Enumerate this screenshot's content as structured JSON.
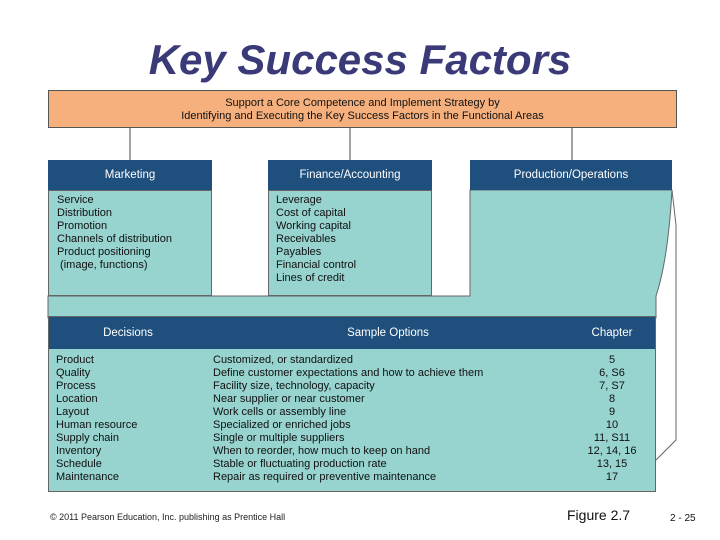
{
  "title": "Key Success Factors",
  "banner": {
    "line1": "Support a Core Competence and Implement Strategy by",
    "line2": "Identifying and Executing the Key Success Factors in the Functional Areas"
  },
  "areas": [
    {
      "heading": "Marketing",
      "items": [
        "Service",
        "Distribution",
        "Promotion",
        "Channels of distribution",
        "Product positioning",
        " (image, functions)"
      ]
    },
    {
      "heading": "Finance/Accounting",
      "items": [
        "Leverage",
        "Cost of capital",
        "Working capital",
        "Receivables",
        "Payables",
        "Financial control",
        "Lines of credit"
      ]
    },
    {
      "heading": "Production/Operations",
      "items": []
    }
  ],
  "table": {
    "headers": {
      "decisions": "Decisions",
      "options": "Sample Options",
      "chapter": "Chapter"
    },
    "decisions": [
      "Product",
      "Quality",
      "Process",
      "Location",
      "Layout",
      "Human resource",
      "Supply chain",
      "Inventory",
      "Schedule",
      "Maintenance"
    ],
    "options": [
      "Customized, or standardized",
      "Define customer expectations and how to achieve them",
      "Facility size, technology, capacity",
      "Near supplier or near customer",
      "Work cells or assembly line",
      "Specialized or enriched jobs",
      "Single or multiple suppliers",
      "When to reorder, how much to keep on hand",
      "Stable or fluctuating production rate",
      "Repair as required or preventive maintenance"
    ],
    "chapters": [
      "5",
      "6, S6",
      "7, S7",
      "8",
      "9",
      "10",
      "11, S11",
      "12, 14, 16",
      "13, 15",
      "17"
    ]
  },
  "footer": {
    "copyright": "© 2011 Pearson Education, Inc. publishing as Prentice Hall",
    "figure": "Figure 2.7",
    "page": "2 - 25"
  },
  "colors": {
    "title": "#3a3a78",
    "banner": "#f5b07e",
    "header": "#1f4f7c",
    "box": "#97d3cf"
  }
}
